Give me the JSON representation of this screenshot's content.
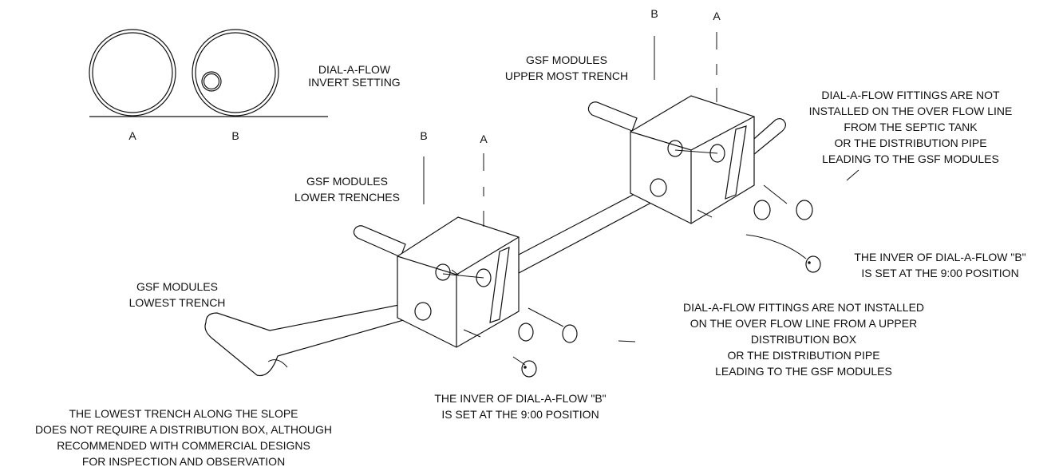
{
  "invert_setting": {
    "title": [
      "DIAL-A-FLOW",
      "INVERT SETTING"
    ],
    "label_a": "A",
    "label_b": "B"
  },
  "upper": {
    "title": [
      "GSF MODULES",
      "UPPER MOST TRENCH"
    ],
    "label_b": "B",
    "label_a": "A",
    "note": [
      "DIAL-A-FLOW FITTINGS ARE NOT",
      "INSTALLED ON THE OVER FLOW LINE",
      "FROM THE SEPTIC TANK",
      "OR THE DISTRIBUTION PIPE",
      "LEADING TO THE GSF MODULES"
    ],
    "invert_note": [
      "THE INVER OF DIAL-A-FLOW \"B\"",
      "IS SET AT THE 9:00 POSITION"
    ]
  },
  "lower": {
    "title": [
      "GSF MODULES",
      "LOWER TRENCHES"
    ],
    "label_b": "B",
    "label_a": "A",
    "note": [
      "DIAL-A-FLOW FITTINGS ARE NOT INSTALLED",
      "ON THE OVER FLOW LINE FROM A UPPER",
      "DISTRIBUTION BOX",
      "OR THE DISTRIBUTION PIPE",
      "LEADING TO THE GSF MODULES"
    ],
    "invert_note": [
      "THE INVER OF DIAL-A-FLOW \"B\"",
      "IS SET AT THE 9:00 POSITION"
    ]
  },
  "lowest": {
    "title": [
      "GSF MODULES",
      "LOWEST TRENCH"
    ],
    "note": [
      "THE LOWEST TRENCH ALONG THE SLOPE",
      "DOES NOT REQUIRE A DISTRIBUTION BOX, ALTHOUGH",
      "RECOMMENDED WITH COMMERCIAL DESIGNS",
      "FOR INSPECTION AND OBSERVATION"
    ]
  }
}
